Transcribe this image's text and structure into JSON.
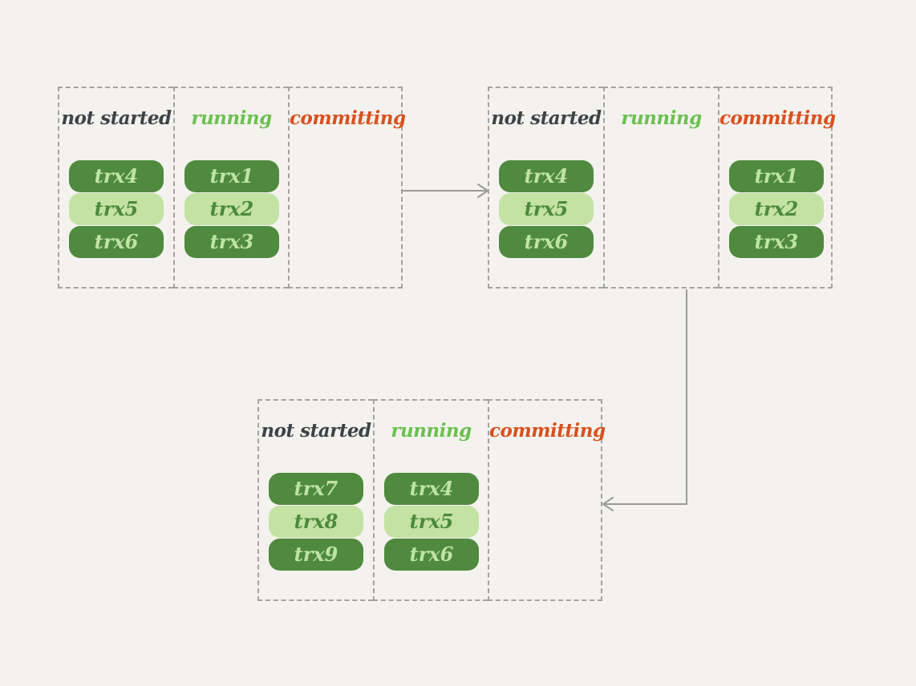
{
  "labels": {
    "not_started": "not started",
    "running": "running",
    "committing": "committing"
  },
  "colors": {
    "background": "#f4f2ee",
    "dashed_border": "#a3a3a3",
    "not_started_text": "#3d4448",
    "running_text": "#6cc050",
    "committing_text": "#d9501e",
    "trx_dark_fill": "#4f8a3e",
    "trx_light_fill": "#c3e2a3",
    "arrow": "#9a9a9a"
  },
  "states": [
    {
      "not_started": [
        "trx4",
        "trx5",
        "trx6"
      ],
      "running": [
        "trx1",
        "trx2",
        "trx3"
      ],
      "committing": []
    },
    {
      "not_started": [
        "trx4",
        "trx5",
        "trx6"
      ],
      "running": [],
      "committing": [
        "trx1",
        "trx2",
        "trx3"
      ]
    },
    {
      "not_started": [
        "trx7",
        "trx8",
        "trx9"
      ],
      "running": [
        "trx4",
        "trx5",
        "trx6"
      ],
      "committing": []
    }
  ]
}
